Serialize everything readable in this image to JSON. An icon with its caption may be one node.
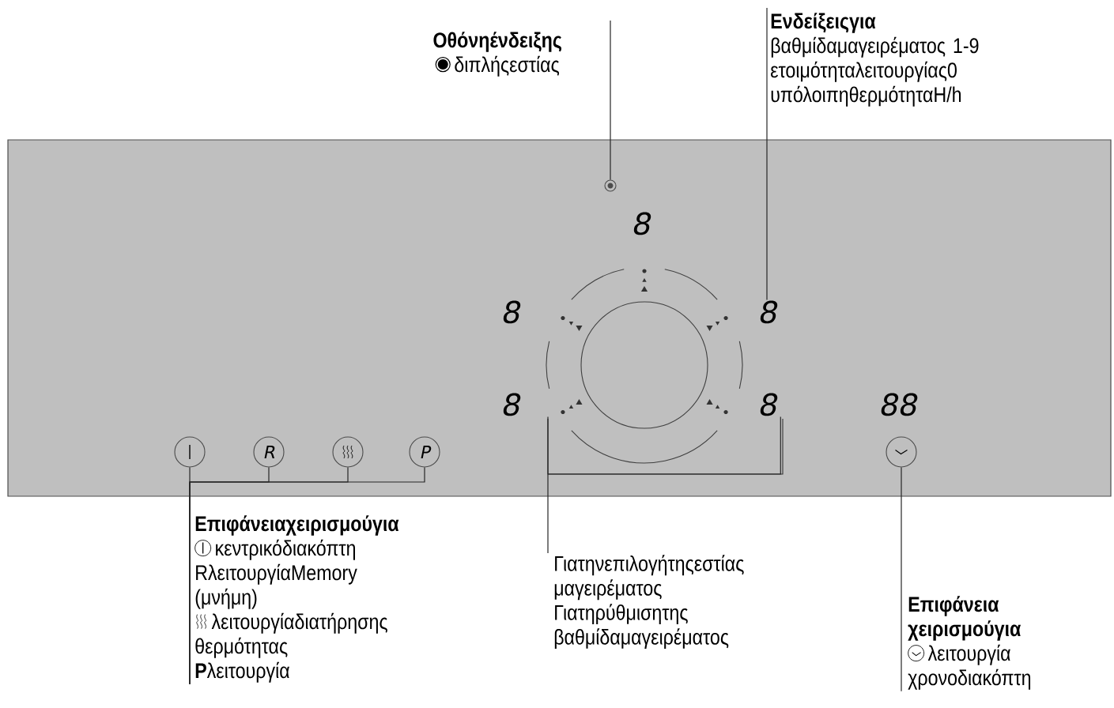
{
  "diagram": {
    "nodes": [
      {
        "text": [
          "Οθόνηένδειξης",
          "διπλήςεστίας"
        ]
      },
      {
        "text": [
          "Ενδείξειςγια",
          "βαθμίδαμαγειρέματος 1-9",
          "ετοιμότηταλειτουργίας0",
          "υπόλοιπηθερμότηταH/h"
        ]
      },
      {
        "text": [],
        "shape": "box"
      },
      {
        "text": [],
        "shape": "circle",
        "in": 2
      },
      {
        "text": [
          "8"
        ],
        "in": 2
      },
      {
        "text": [
          "8"
        ],
        "in": 2
      },
      {
        "text": [
          "8"
        ],
        "in": 2
      },
      {
        "text": [
          "8"
        ],
        "in": 2
      },
      {
        "text": [
          "8"
        ],
        "in": 2
      },
      {
        "text": [
          "88"
        ],
        "in": 2
      },
      {
        "text": [],
        "shape": "circle",
        "in": 2
      },
      {
        "text": [
          "R"
        ],
        "in": 2
      },
      {
        "text": [],
        "shape": "circle",
        "in": 2
      },
      {
        "text": [
          "P"
        ],
        "in": 2
      },
      {
        "text": [],
        "shape": "circle",
        "in": 2
      },
      {
        "text": [
          "Επιφάνειαχειρισμούγια",
          "κεντρικόδιακόπτη",
          "RλειτουργίαMemory (μνήμη)",
          "λειτουργίαδιατήρησης θερμότητας",
          "**P**λειτουργία"
        ]
      },
      {
        "text": [
          "Γιατηνεπιλογήτηςεστίας μαγειρέματος",
          "Γιατηρύθμισητης βαθμίδαμαγειρέματος"
        ]
      },
      {
        "text": [
          "Επιφάνεια χειρισμούγια",
          "λειτουργία χρονοδιακόπτη"
        ]
      }
    ],
    "edges": [
      {
        "from": 0,
        "to": 3,
        "arrow": "none"
      },
      {
        "from": 1,
        "to": 6,
        "arrow": "none"
      },
      {
        "from": 15,
        "to": 10,
        "arrow": "none"
      },
      {
        "from": 15,
        "to": 11,
        "arrow": "none"
      },
      {
        "from": 15,
        "to": 12,
        "arrow": "none"
      },
      {
        "from": 15,
        "to": 13,
        "arrow": "none"
      },
      {
        "from": 16,
        "to": 8,
        "arrow": "none"
      },
      {
        "from": 17,
        "to": 14,
        "arrow": "none"
      }
    ]
  }
}
